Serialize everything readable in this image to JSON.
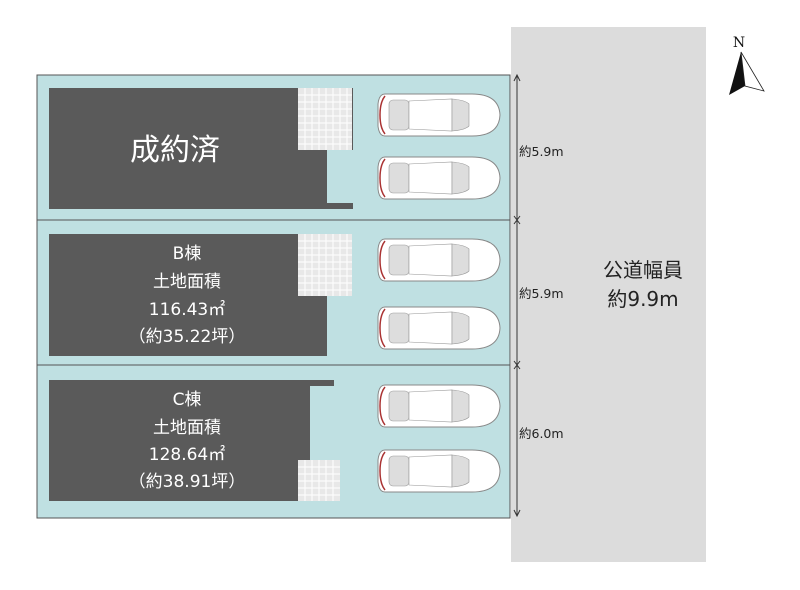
{
  "lots": [
    {
      "id": "A",
      "title": "成約済",
      "status": "sold"
    },
    {
      "id": "B",
      "title": "B棟",
      "area_label": "土地面積",
      "area_m2": "116.43㎡",
      "area_tsubo": "（約35.22坪）"
    },
    {
      "id": "C",
      "title": "C棟",
      "area_label": "土地面積",
      "area_m2": "128.64㎡",
      "area_tsubo": "（約38.91坪）"
    }
  ],
  "dimensions": [
    "約5.9m",
    "約5.9m",
    "約6.0m"
  ],
  "road": {
    "line1": "公道幅員",
    "line2": "約9.9m"
  },
  "compass": {
    "label": "N"
  },
  "colors": {
    "lot": "#bfe0e2",
    "building": "#5a5a5a",
    "road": "#dcdcdc",
    "tile": "#e8e8e8"
  }
}
